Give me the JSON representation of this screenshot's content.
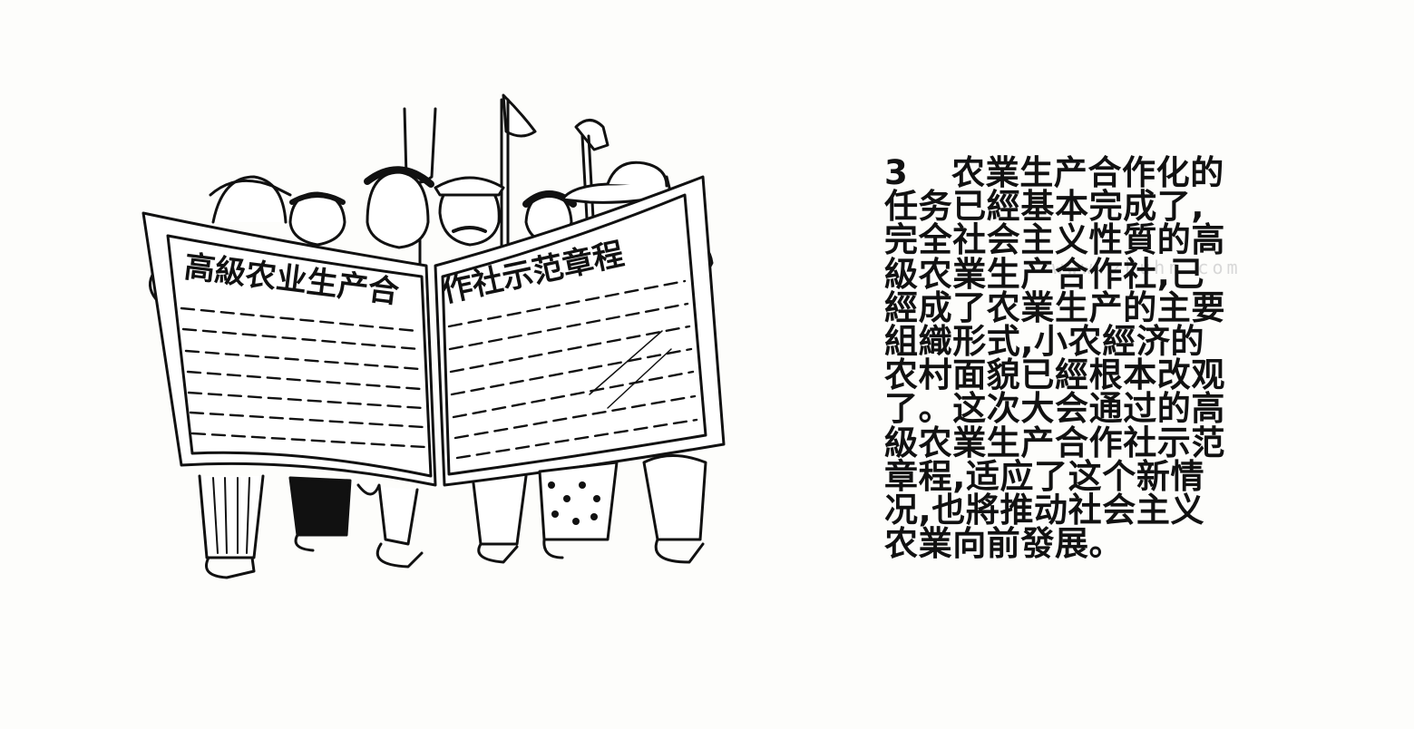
{
  "illustration": {
    "newspaper_headline_left": "高級农业生产合",
    "newspaper_headline_right": "作社示范章程"
  },
  "caption": {
    "number": "3",
    "lines": [
      "农業生产合作化的",
      "任务已經基本完成了,",
      "完全社会主义性質的高",
      "級农業生产合作社,已",
      "經成了农業生产的主要",
      "組織形式,小农經济的",
      "农村面貌已經根本改观",
      "了。这次大会通过的高",
      "級农業生产合作社示范",
      "章程,适应了这个新情",
      "况,也將推动社会主义",
      "农業向前發展。"
    ]
  },
  "watermark": "www.zhuhn.com"
}
